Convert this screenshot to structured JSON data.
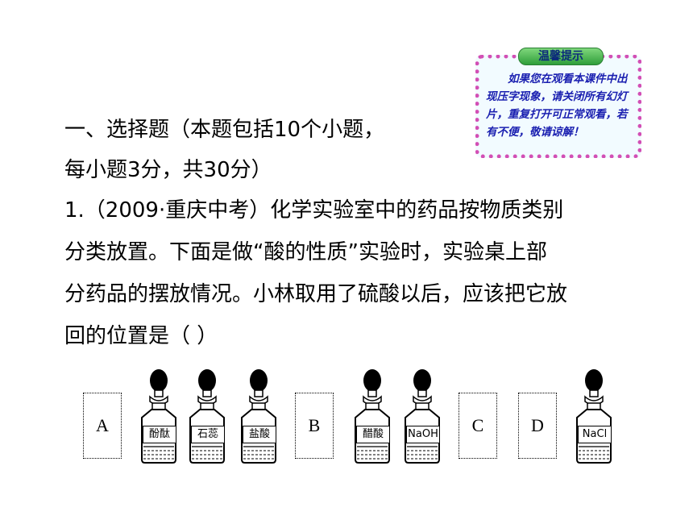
{
  "tip": {
    "title": "温馨提示",
    "body": "如果您在观看本课件中出现压字现象，请关闭所有幻灯片，重复打开可正常观看，若有不便，敬请谅解！"
  },
  "section": {
    "heading_line1": "一、选择题（本题包括10个小题，",
    "heading_line2": "每小题3分，共30分）"
  },
  "question": {
    "line1": "1.（2009·重庆中考）化学实验室中的药品按物质类别",
    "line2": "分类放置。下面是做“酸的性质”实验时，实验桌上部",
    "line3": "分药品的摆放情况。小林取用了硫酸以后，应该把它放",
    "line4": "回的位置是（    ）"
  },
  "apparatus": {
    "positions": [
      "A",
      "B",
      "C",
      "D"
    ],
    "bottles": [
      "酚酞",
      "石蕊",
      "盐酸",
      "醋酸",
      "NaOH",
      "NaCl"
    ]
  }
}
